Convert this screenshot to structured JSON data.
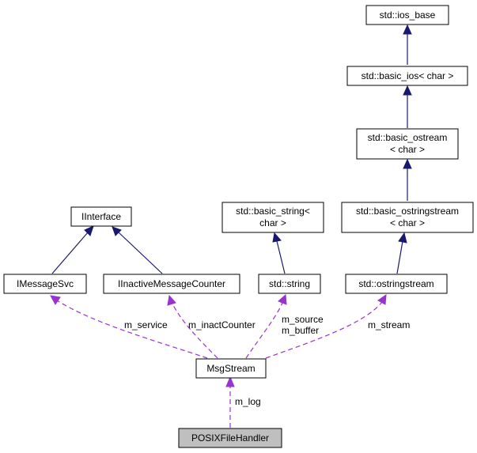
{
  "colors": {
    "inheritance_edge": "#191970",
    "usage_edge": "#9a32cd",
    "highlight_fill": "#bfbfbf",
    "node_border": "#000000"
  },
  "nodes": {
    "ios_base": "std::ios_base",
    "basic_ios": "std::basic_ios< char >",
    "basic_ostream_1": "std::basic_ostream",
    "basic_ostream_2": "< char >",
    "iinterface": "IInterface",
    "basic_string_1": "std::basic_string<",
    "basic_string_2": "char >",
    "basic_ostringstream_1": "std::basic_ostringstream",
    "basic_ostringstream_2": "< char >",
    "imessagesvc": "IMessageSvc",
    "iinactive": "IInactiveMessageCounter",
    "string": "std::string",
    "ostringstream": "std::ostringstream",
    "msgstream": "MsgStream",
    "posix": "POSIXFileHandler"
  },
  "edge_labels": {
    "m_service": "m_service",
    "m_inactCounter": "m_inactCounter",
    "m_source": "m_source",
    "m_buffer": "m_buffer",
    "m_stream": "m_stream",
    "m_log": "m_log"
  }
}
